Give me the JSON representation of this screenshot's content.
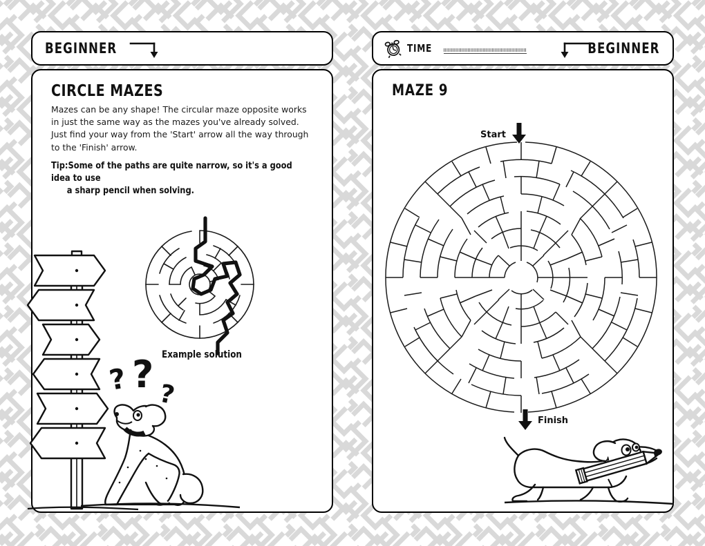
{
  "background": {
    "pattern_name": "greek-key-maze-pattern",
    "pattern_color": "#d9d9d9",
    "page_color": "#ffffff"
  },
  "left_page": {
    "header": {
      "level_label": "BEGINNER",
      "arrow_icon": "arrow-right-down-icon"
    },
    "body": {
      "title": "CIRCLE MAZES",
      "intro": "Mazes can be any shape! The circular maze opposite works in just the same way as the mazes you've already solved. Just find your way from the 'Start' arrow all the way through to the 'Finish' arrow.",
      "tip_prefix": "Tip:",
      "tip_line1": "Some of the paths are quite narrow, so it's a good idea to use",
      "tip_line2": "a sharp pencil when solving.",
      "example_caption": "Example solution",
      "example_maze_name": "example-circle-maze-with-solution",
      "signpost_name": "signpost-illustration",
      "signpost_arrow_count": 6,
      "dog_name": "confused-dog-illustration",
      "question_marks": "???"
    }
  },
  "right_page": {
    "header": {
      "clock_icon": "alarm-clock-icon",
      "time_label": "TIME",
      "time_value": "",
      "time_placeholder": "",
      "level_label": "BEGINNER",
      "arrow_icon": "arrow-left-down-icon"
    },
    "body": {
      "title": "MAZE 9",
      "start_label": "Start",
      "start_arrow_icon": "arrow-down-icon",
      "finish_label": "Finish",
      "finish_arrow_icon": "arrow-down-icon",
      "maze_name": "circular-maze-9",
      "maze_rings": 8,
      "dog_name": "running-dog-with-pencil-illustration"
    }
  },
  "colors": {
    "ink": "#111111",
    "pattern": "#d9d9d9",
    "paper": "#ffffff"
  }
}
